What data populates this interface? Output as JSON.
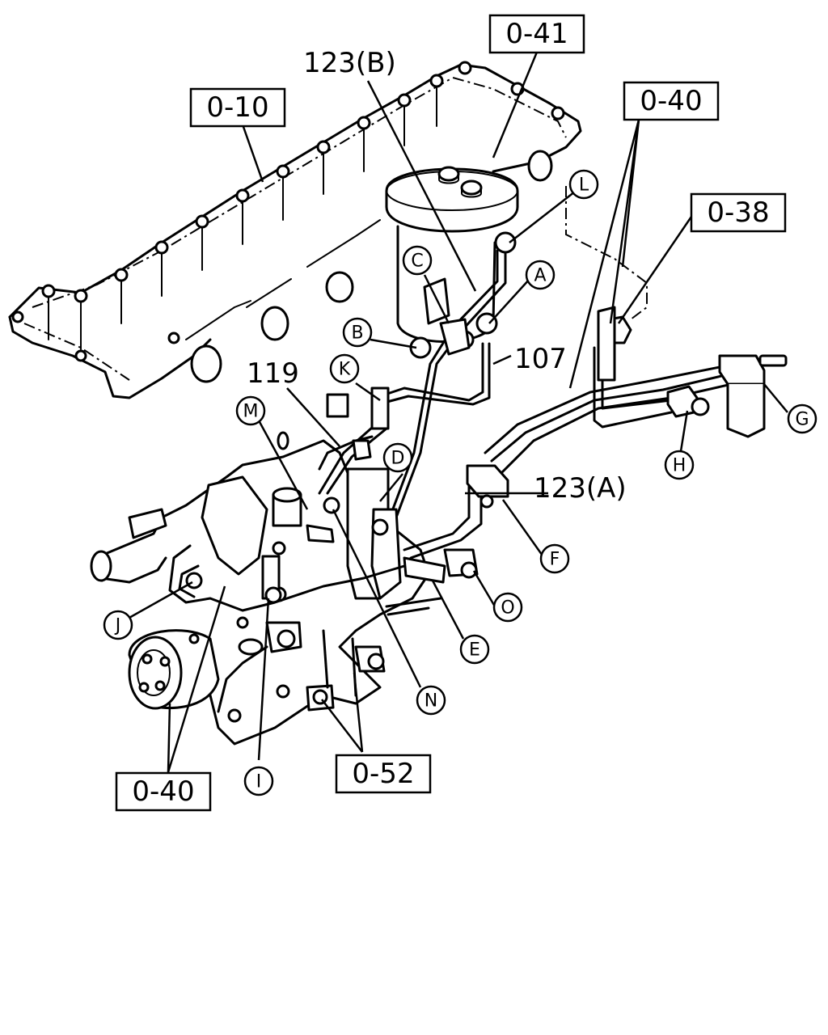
{
  "callouts": {
    "ref_0_41": "0-41",
    "ref_123b": "123(B)",
    "ref_0_10": "0-10",
    "ref_0_40_top": "0-40",
    "ref_0_38": "0-38",
    "ref_107": "107",
    "ref_119": "119",
    "ref_123a": "123(A)",
    "ref_0_52": "0-52",
    "ref_0_40_bottom": "0-40"
  },
  "letters": {
    "A": "A",
    "B": "B",
    "C": "C",
    "D": "D",
    "E": "E",
    "F": "F",
    "G": "G",
    "H": "H",
    "I": "I",
    "J": "J",
    "K": "K",
    "L": "L",
    "M": "M",
    "N": "N",
    "O": "O"
  }
}
